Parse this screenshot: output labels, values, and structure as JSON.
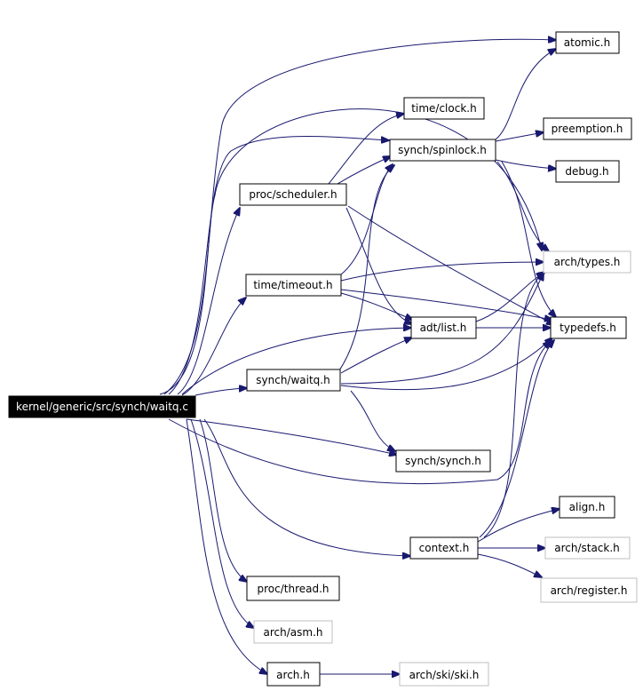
{
  "graph": {
    "root": "kernel/generic/src/synch/waitq.c",
    "nodes": [
      {
        "id": "root",
        "label": "kernel/generic/src/synch/waitq.c",
        "kind": "root"
      },
      {
        "id": "atomic",
        "label": "atomic.h",
        "kind": "normal"
      },
      {
        "id": "clock",
        "label": "time/clock.h",
        "kind": "normal"
      },
      {
        "id": "preemption",
        "label": "preemption.h",
        "kind": "normal"
      },
      {
        "id": "spinlock",
        "label": "synch/spinlock.h",
        "kind": "normal"
      },
      {
        "id": "debug",
        "label": "debug.h",
        "kind": "normal"
      },
      {
        "id": "scheduler",
        "label": "proc/scheduler.h",
        "kind": "normal"
      },
      {
        "id": "archtypes",
        "label": "arch/types.h",
        "kind": "missing"
      },
      {
        "id": "timeout",
        "label": "time/timeout.h",
        "kind": "normal"
      },
      {
        "id": "adtlist",
        "label": "adt/list.h",
        "kind": "normal"
      },
      {
        "id": "typedefs",
        "label": "typedefs.h",
        "kind": "normal"
      },
      {
        "id": "waitqh",
        "label": "synch/waitq.h",
        "kind": "normal"
      },
      {
        "id": "synch",
        "label": "synch/synch.h",
        "kind": "normal"
      },
      {
        "id": "align",
        "label": "align.h",
        "kind": "normal"
      },
      {
        "id": "context",
        "label": "context.h",
        "kind": "normal"
      },
      {
        "id": "stack",
        "label": "arch/stack.h",
        "kind": "missing"
      },
      {
        "id": "register",
        "label": "arch/register.h",
        "kind": "missing"
      },
      {
        "id": "thread",
        "label": "proc/thread.h",
        "kind": "normal"
      },
      {
        "id": "asm",
        "label": "arch/asm.h",
        "kind": "missing"
      },
      {
        "id": "arch",
        "label": "arch.h",
        "kind": "normal"
      },
      {
        "id": "ski",
        "label": "arch/ski/ski.h",
        "kind": "missing"
      }
    ],
    "edges": [
      [
        "root",
        "scheduler"
      ],
      [
        "root",
        "timeout"
      ],
      [
        "root",
        "waitqh"
      ],
      [
        "root",
        "synch"
      ],
      [
        "root",
        "context"
      ],
      [
        "root",
        "thread"
      ],
      [
        "root",
        "asm"
      ],
      [
        "root",
        "arch"
      ],
      [
        "root",
        "adtlist"
      ],
      [
        "root",
        "spinlock"
      ],
      [
        "root",
        "atomic"
      ],
      [
        "root",
        "archtypes"
      ],
      [
        "root",
        "typedefs"
      ],
      [
        "scheduler",
        "clock"
      ],
      [
        "scheduler",
        "spinlock"
      ],
      [
        "scheduler",
        "adtlist"
      ],
      [
        "scheduler",
        "typedefs"
      ],
      [
        "timeout",
        "spinlock"
      ],
      [
        "timeout",
        "archtypes"
      ],
      [
        "timeout",
        "typedefs"
      ],
      [
        "timeout",
        "adtlist"
      ],
      [
        "waitqh",
        "spinlock"
      ],
      [
        "waitqh",
        "adtlist"
      ],
      [
        "waitqh",
        "archtypes"
      ],
      [
        "waitqh",
        "typedefs"
      ],
      [
        "waitqh",
        "synch"
      ],
      [
        "spinlock",
        "atomic"
      ],
      [
        "spinlock",
        "preemption"
      ],
      [
        "spinlock",
        "debug"
      ],
      [
        "spinlock",
        "archtypes"
      ],
      [
        "spinlock",
        "typedefs"
      ],
      [
        "adtlist",
        "typedefs"
      ],
      [
        "adtlist",
        "archtypes"
      ],
      [
        "context",
        "align"
      ],
      [
        "context",
        "stack"
      ],
      [
        "context",
        "register"
      ],
      [
        "context",
        "typedefs"
      ],
      [
        "context",
        "archtypes"
      ],
      [
        "arch",
        "ski"
      ]
    ]
  }
}
